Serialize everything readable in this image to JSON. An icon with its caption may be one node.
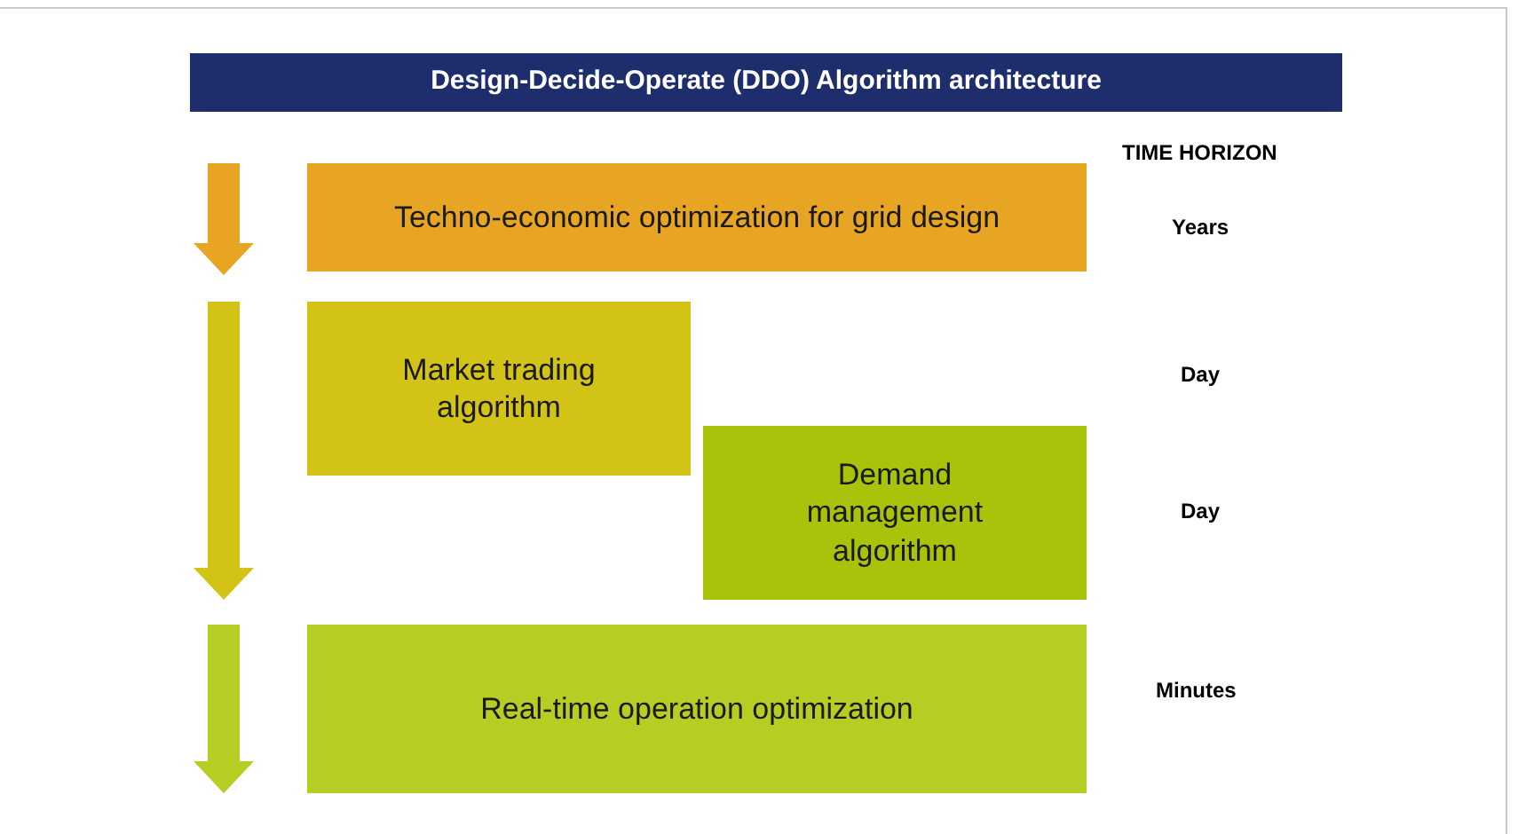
{
  "diagram": {
    "title": "Design-Decide-Operate (DDO) Algorithm architecture",
    "nodes": [
      {
        "text": [
          "Techno-economic optimization for grid design"
        ]
      },
      {
        "text": [
          "Market trading algorithm"
        ]
      },
      {
        "text": [
          "Demand management algorithm"
        ]
      },
      {
        "text": [
          "Real-time operation optimization"
        ]
      }
    ],
    "edges": [],
    "labels": [
      "TIME HORIZON",
      "Years",
      "Day",
      "Day",
      "Minutes"
    ]
  }
}
